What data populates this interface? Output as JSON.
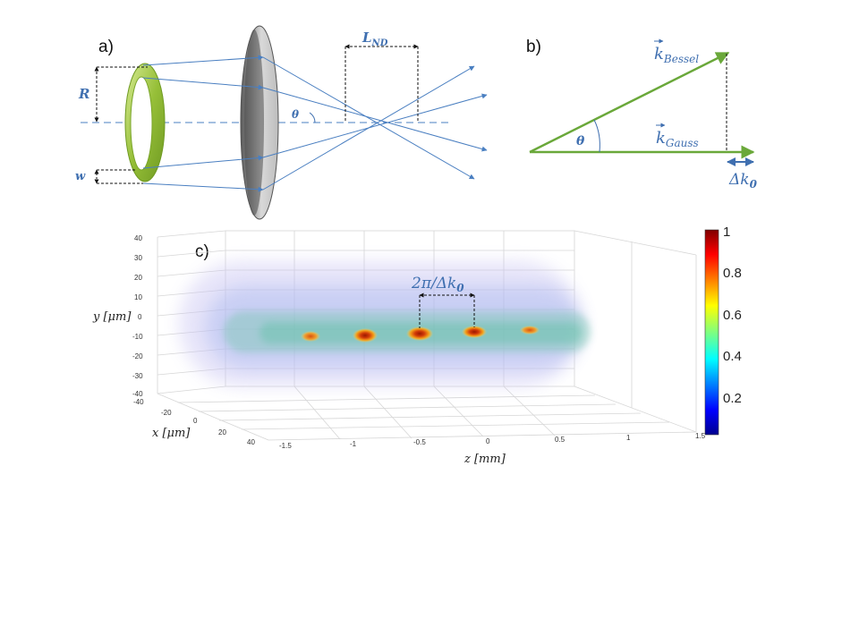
{
  "panel_a": {
    "label": "a)",
    "R": "R",
    "w": "w",
    "theta": "θ",
    "L_main": "L",
    "L_sub": "ND"
  },
  "panel_b": {
    "label": "b)",
    "k_bessel_main": "k",
    "k_bessel_sub": "Bessel",
    "k_gauss_main": "k",
    "k_gauss_sub": "Gauss",
    "theta": "θ",
    "delta_k_main": "Δk",
    "delta_k_sub": "0"
  },
  "panel_c": {
    "label": "c)",
    "period_main": "2π/Δk",
    "period_sub": "0",
    "y_label": "y [μm]",
    "x_label": "x [μm]",
    "z_label": "z [mm]",
    "y_ticks": [
      "40",
      "30",
      "20",
      "10",
      "0",
      "-10",
      "-20",
      "-30",
      "-40"
    ],
    "x_ticks": [
      "-40",
      "-20",
      "0",
      "20",
      "40"
    ],
    "z_ticks": [
      "-1.5",
      "-1",
      "-0.5",
      "0",
      "0.5",
      "1",
      "1.5"
    ],
    "colorbar_ticks": [
      "1",
      "0.8",
      "0.6",
      "0.4",
      "0.2"
    ],
    "colormap": "jet",
    "colors": {
      "ring": "#9bc23c",
      "ray": "#4a7fc1",
      "vector": "#6aa83a",
      "symbol": "#3f6fb0"
    }
  }
}
